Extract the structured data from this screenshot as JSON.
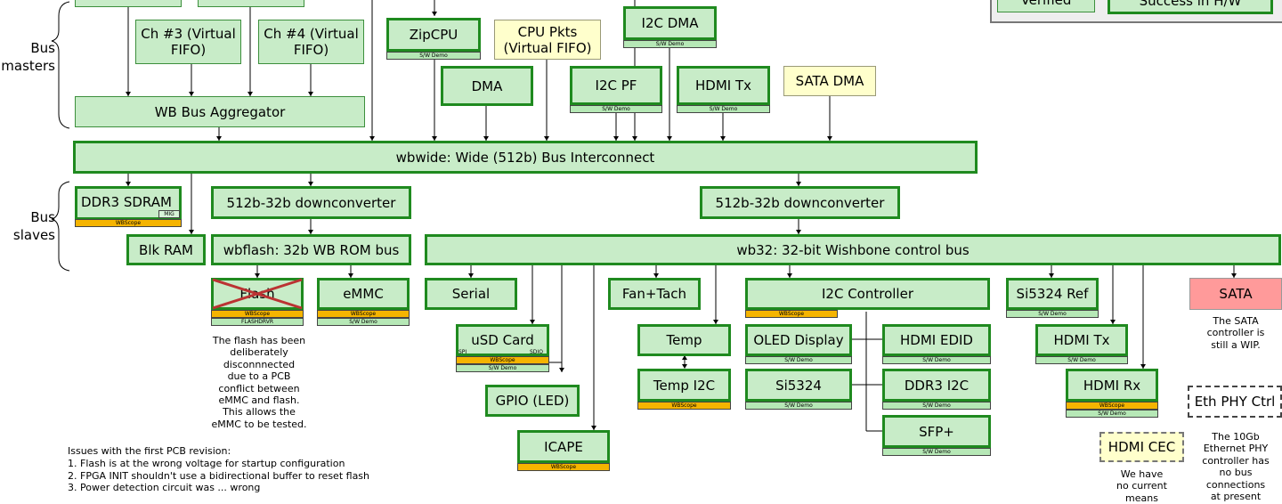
{
  "labels": {
    "bus_masters": "Bus masters",
    "bus_slaves": "Bus slaves"
  },
  "masters": {
    "ch3": "Ch #3 (Virtual FIFO)",
    "ch4": "Ch #4 (Virtual FIFO)",
    "aggregator": "WB Bus Aggregator",
    "zipcpu": "ZipCPU",
    "cpu_pkts": "CPU Pkts (Virtual FIFO)",
    "i2c_dma": "I2C DMA",
    "dma": "DMA",
    "i2c_pf": "I2C PF",
    "hdmi_tx": "HDMI Tx",
    "sata_dma": "SATA DMA"
  },
  "legend": {
    "verified": "Verified",
    "success": "Success in H/W"
  },
  "interconnect": "wbwide: Wide (512b) Bus Interconnect",
  "slaves": {
    "ddr3": "DDR3 SDRAM",
    "mig": "MIG",
    "blk_ram": "Blk RAM",
    "down_left": "512b-32b downconverter",
    "down_right": "512b-32b downconverter",
    "wbflash": "wbflash: 32b WB ROM bus",
    "wb32": "wb32: 32-bit Wishbone control bus",
    "flash": "Flash",
    "emmc": "eMMC",
    "serial": "Serial",
    "usd": "uSD Card",
    "spi": "SPI",
    "sdio": "SDIO",
    "gpio": "GPIO (LED)",
    "icape": "ICAPE",
    "fan": "Fan+Tach",
    "temp": "Temp",
    "temp_i2c": "Temp I2C",
    "i2c_ctrl": "I2C Controller",
    "oled": "OLED Display",
    "hdmi_edid": "HDMI EDID",
    "si5324": "Si5324",
    "ddr3_i2c": "DDR3 I2C",
    "sfp": "SFP+",
    "si5324_ref": "Si5324 Ref",
    "hdmi_tx": "HDMI Tx",
    "hdmi_rx": "HDMI Rx",
    "hdmi_cec": "HDMI CEC",
    "sata": "SATA",
    "eth_phy": "Eth PHY Ctrl"
  },
  "tags": {
    "sw_demo": "S/W Demo",
    "wbscope": "WBScope",
    "flashdrvr": "FLASHDRVR"
  },
  "notes": {
    "flash": "The flash has been\ndeliberately\ndisconnnected\ndue to a PCB\nconflict between\neMMC and flash.\nThis allows the\neMMC to be tested.",
    "sata": "The SATA\ncontroller is\nstill a WIP.",
    "eth": "The 10Gb\nEthernet PHY\ncontroller has\nno bus\nconnections\nat present",
    "cec": "We have\nno current\nmeans"
  },
  "issues": {
    "title": "Issues with the first PCB revision:",
    "items": [
      "1. Flash is at the wrong voltage for startup configuration",
      "2. FPGA INIT shouldn't use a bidirectional buffer to reset flash",
      "3. Power detection circuit was ... wrong"
    ]
  },
  "colors": {
    "box_fill": "#c8ecc8",
    "box_border": "#1f8a1f",
    "wbscope": "#f5b400",
    "sata": "#ff9a9a",
    "pending": "#ffffcc"
  }
}
